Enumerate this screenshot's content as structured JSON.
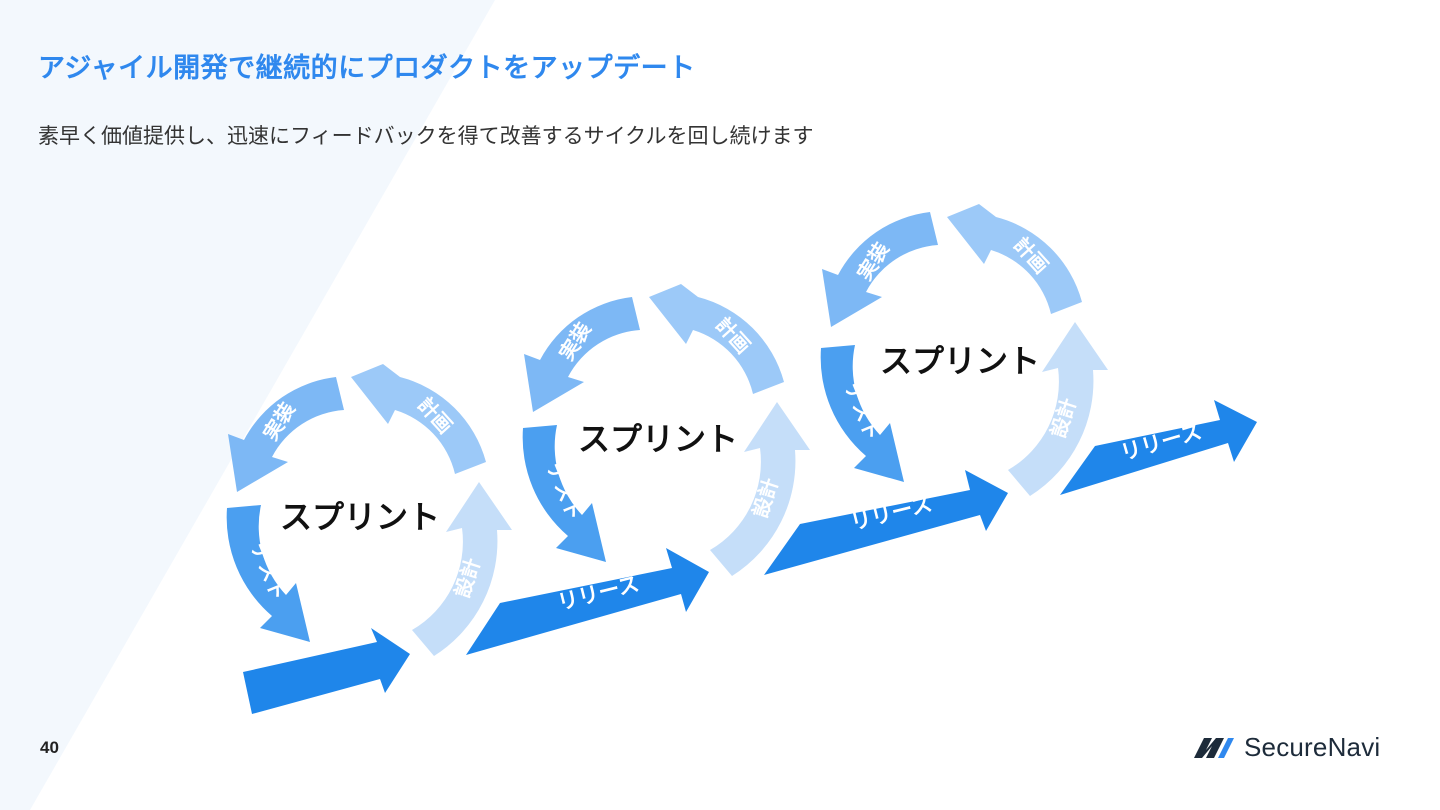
{
  "slide": {
    "title": "アジャイル開発で継続的にプロダクトをアップデート",
    "subtitle": "素早く価値提供し、迅速にフィードバックを得て改善するサイクルを回し続けます",
    "page_number": "40"
  },
  "diagram": {
    "sprints": [
      {
        "center_label": "スプリント",
        "phases": [
          "実装",
          "計画",
          "設計",
          "テスト"
        ],
        "release_label": ""
      },
      {
        "center_label": "スプリント",
        "phases": [
          "実装",
          "計画",
          "設計",
          "テスト"
        ],
        "release_label": "リリース"
      },
      {
        "center_label": "スプリント",
        "phases": [
          "実装",
          "計画",
          "設計",
          "テスト"
        ],
        "release_label": "リリース"
      }
    ],
    "final_release_label": "リリース"
  },
  "colors": {
    "title": "#2f88ee",
    "arrow_dark": "#1f86ea",
    "arrow_medium": "#4b9ff0",
    "arrow_light": "#7db8f5",
    "arrow_lighter": "#9cc9f8",
    "arrow_lightest": "#c5def9",
    "background_panel": "#f3f8fd"
  },
  "brand": {
    "name": "SecureNavi",
    "logo_icon": "securenavi-logo-icon"
  }
}
